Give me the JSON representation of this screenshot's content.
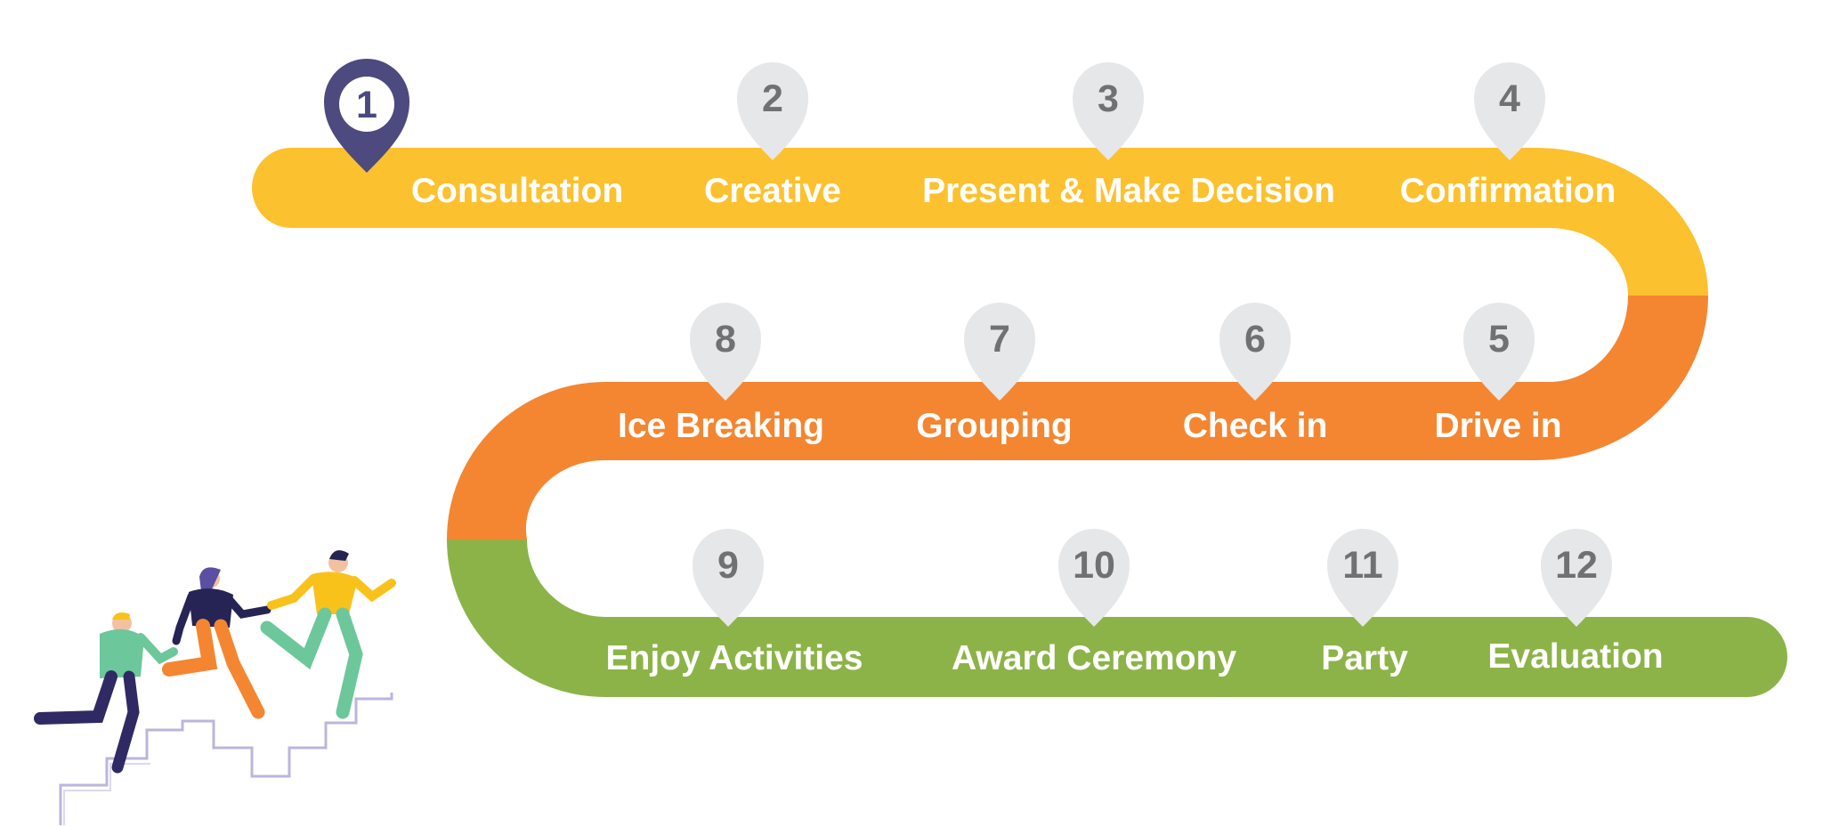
{
  "colors": {
    "stage_1": "#fcc12e",
    "stage_2": "#f48631",
    "stage_3": "#8cb348",
    "pin": "#e6e7e8",
    "pin_active": "#4c4a7e",
    "label": "#ffffff",
    "pin_number": "#707173",
    "stairs": "#bcb5dc"
  },
  "steps": [
    {
      "number": "1",
      "label": "Consultation",
      "active": true
    },
    {
      "number": "2",
      "label": "Creative"
    },
    {
      "number": "3",
      "label": "Present & Make Decision"
    },
    {
      "number": "4",
      "label": "Confirmation"
    },
    {
      "number": "5",
      "label": "Drive in"
    },
    {
      "number": "6",
      "label": "Check in"
    },
    {
      "number": "7",
      "label": "Grouping"
    },
    {
      "number": "8",
      "label": "Ice Breaking"
    },
    {
      "number": "9",
      "label": "Enjoy Activities"
    },
    {
      "number": "10",
      "label": "Award Ceremony"
    },
    {
      "number": "11",
      "label": "Party"
    },
    {
      "number": "12",
      "label": "Evaluation"
    }
  ],
  "icons": {
    "pin": "map-pin-icon",
    "illustration": "people-running-up-stairs"
  }
}
